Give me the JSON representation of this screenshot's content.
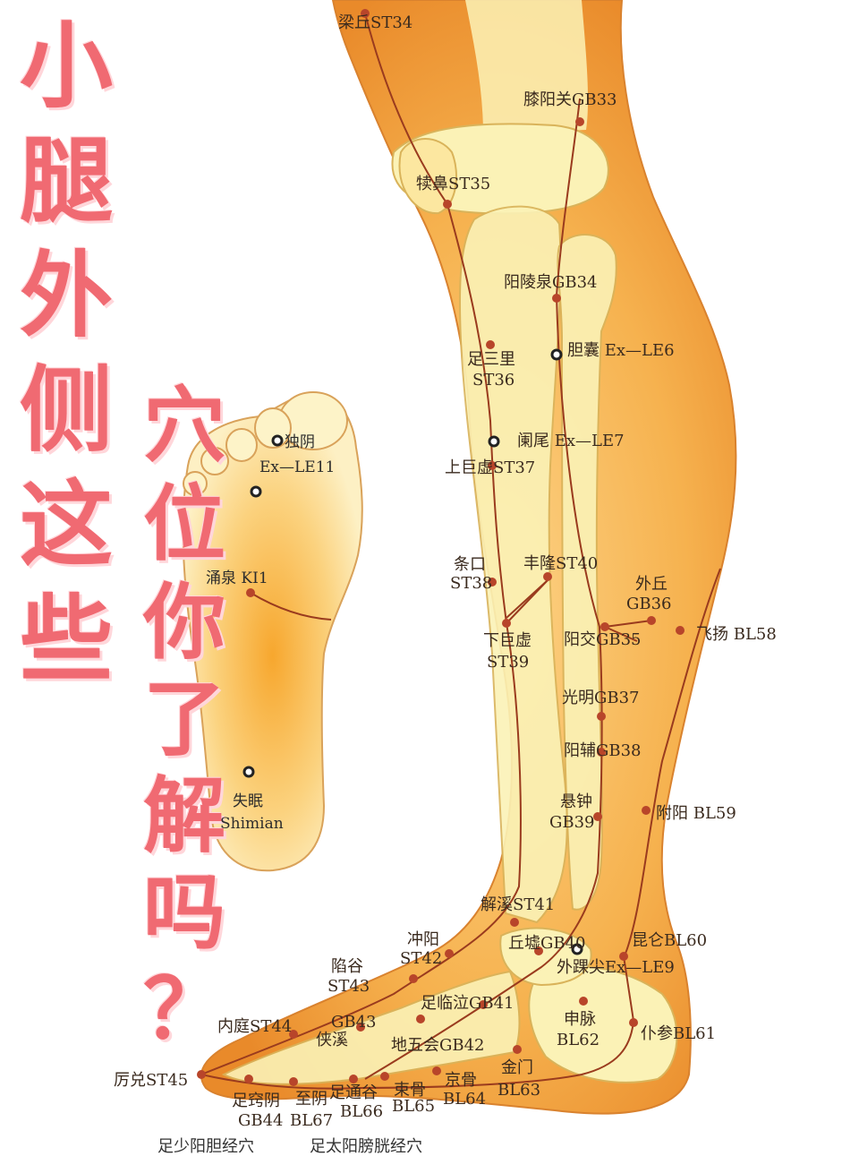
{
  "title": {
    "column1": [
      "小",
      "腿",
      "外",
      "侧",
      "这",
      "些"
    ],
    "column2": [
      "穴",
      "位",
      "你",
      "了",
      "解",
      "吗",
      "？"
    ]
  },
  "points": {
    "st34": "梁丘ST34",
    "gb33": "膝阳关GB33",
    "st35": "犊鼻ST35",
    "gb34": "阳陵泉GB34",
    "exle6": "胆囊 Ex—LE6",
    "st36_cn": "足三里",
    "st36": "ST36",
    "exle7": "阑尾 Ex—LE7",
    "st37": "上巨虚ST37",
    "st38_cn": "条口",
    "st38": "ST38",
    "st40": "丰隆ST40",
    "gb36_cn": "外丘",
    "gb36": "GB36",
    "gb35": "阳交GB35",
    "bl58": "飞扬 BL58",
    "st39_cn": "下巨虚",
    "st39": "ST39",
    "gb37": "光明GB37",
    "gb38": "阳辅GB38",
    "gb39_cn": "悬钟",
    "gb39": "GB39",
    "bl59": "附阳 BL59",
    "st41": "解溪ST41",
    "st42_cn": "冲阳",
    "st42": "ST42",
    "gb40": "丘墟GB40",
    "bl60": "昆仑BL60",
    "exle9": "外踝尖Ex—LE9",
    "st43_cn": "陷谷",
    "st43": "ST43",
    "gb41": "足临泣GB41",
    "st44": "内庭ST44",
    "gb43_cn": "侠溪",
    "gb43": "GB43",
    "gb42": "地五会GB42",
    "bl62_cn": "申脉",
    "bl62": "BL62",
    "bl61": "仆参BL61",
    "st45": "厉兑ST45",
    "bl63_cn": "金门",
    "bl63": "BL63",
    "bl64_cn": "京骨",
    "bl64": "BL64",
    "bl65_cn": "束骨",
    "bl65": "BL65",
    "bl66_cn": "足通谷",
    "bl66": "BL66",
    "gb44_cn": "足窍阴",
    "gb44": "GB44",
    "bl67_cn": "至阴",
    "bl67": "BL67"
  },
  "sole": {
    "exle11_cn": "独阴",
    "exle11": "Ex—LE11",
    "ki1": "涌泉 KI1",
    "shimian_cn": "失眠",
    "shimian": "Shimian"
  },
  "legend": {
    "left": "足少阳胆经穴",
    "right": "足太阳膀胱经穴"
  },
  "colors": {
    "title": "#f06a72",
    "skin_light": "#fde7a6",
    "skin_mid": "#f8b55a",
    "skin_dark": "#e98a2a",
    "bone": "#fbf2b6",
    "meridian_line": "#9a3b1e"
  }
}
